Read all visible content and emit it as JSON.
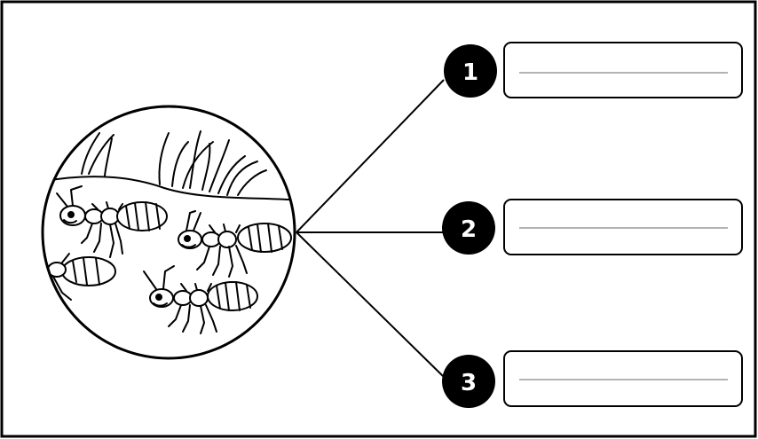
{
  "diagram": {
    "image_description_icon": "ants-in-grass-illustration-icon",
    "items": [
      {
        "number": "1",
        "answer": ""
      },
      {
        "number": "2",
        "answer": ""
      },
      {
        "number": "3",
        "answer": ""
      }
    ]
  },
  "colors": {
    "ink": "#000000",
    "paper": "#ffffff",
    "answer_line": "#9a9a9a"
  }
}
